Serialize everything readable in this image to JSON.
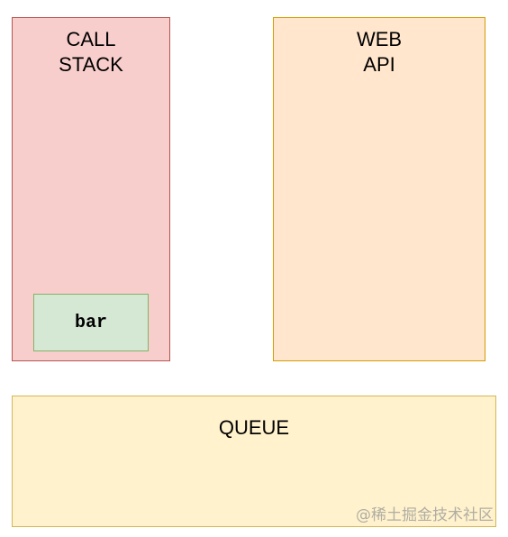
{
  "call_stack": {
    "title_line1": "CALL",
    "title_line2": "STACK",
    "frames": [
      "bar"
    ]
  },
  "web_api": {
    "title_line1": "WEB",
    "title_line2": "API"
  },
  "queue": {
    "title": "QUEUE"
  },
  "watermark": "@稀土掘金技术社区",
  "colors": {
    "call_stack_fill": "#f8cecc",
    "call_stack_border": "#b85450",
    "web_api_fill": "#ffe6cc",
    "web_api_border": "#d79b00",
    "queue_fill": "#fff2cc",
    "queue_border": "#d6b656",
    "frame_fill": "#d5e8d4",
    "frame_border": "#82b366"
  }
}
